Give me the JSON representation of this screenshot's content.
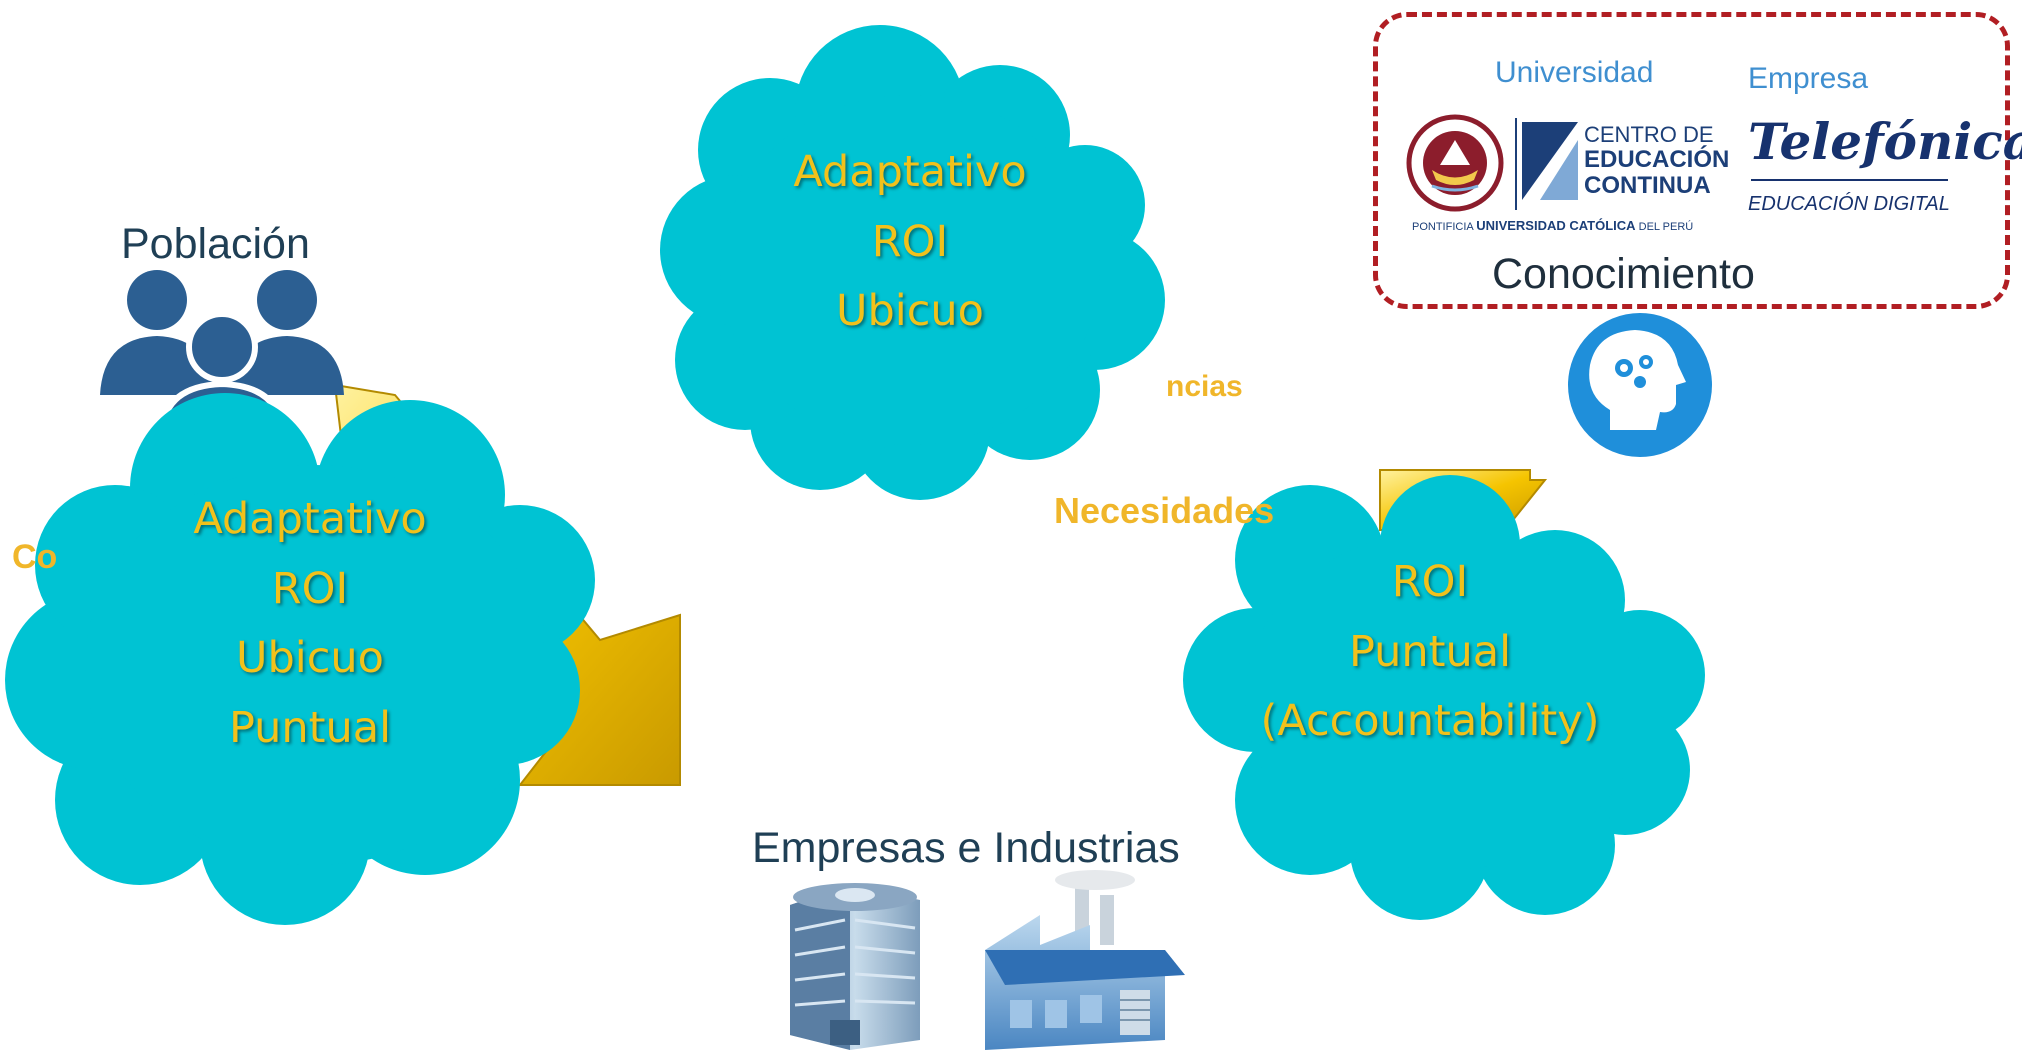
{
  "nodes": {
    "poblacion": "Población",
    "empresas": "Empresas e Industrias",
    "conocimiento": "Conocimiento"
  },
  "knowledge_box": {
    "universidad": "Universidad",
    "empresa": "Empresa",
    "cec_lines": [
      "CENTRO DE",
      "EDUCACIÓN",
      "CONTINUA"
    ],
    "pucp_prefix": "PONTIFICIA",
    "pucp_name": "UNIVERSIDAD CATÓLICA",
    "pucp_suffix": "DEL PERÚ",
    "telefonica": "Telefónica",
    "telefonica_sub": "EDUCACIÓN DIGITAL"
  },
  "clouds": {
    "top": [
      "Adaptativo",
      "ROI",
      "Ubicuo"
    ],
    "left": [
      "Adaptativo",
      "ROI",
      "Ubicuo",
      "Puntual"
    ],
    "right": [
      "ROI",
      "Puntual",
      "(Accountability)"
    ]
  },
  "flow_labels": {
    "necesidades": "Necesidades",
    "competencias_fragment": "ncias",
    "left_fragment": "Co"
  },
  "colors": {
    "cloud": "#00c3d3",
    "cloud_text": "#f2c11b",
    "arrow": "#f5c400",
    "box_border": "#b11e23",
    "people": "#2c5f92",
    "icon_circle": "#1f8fda"
  }
}
